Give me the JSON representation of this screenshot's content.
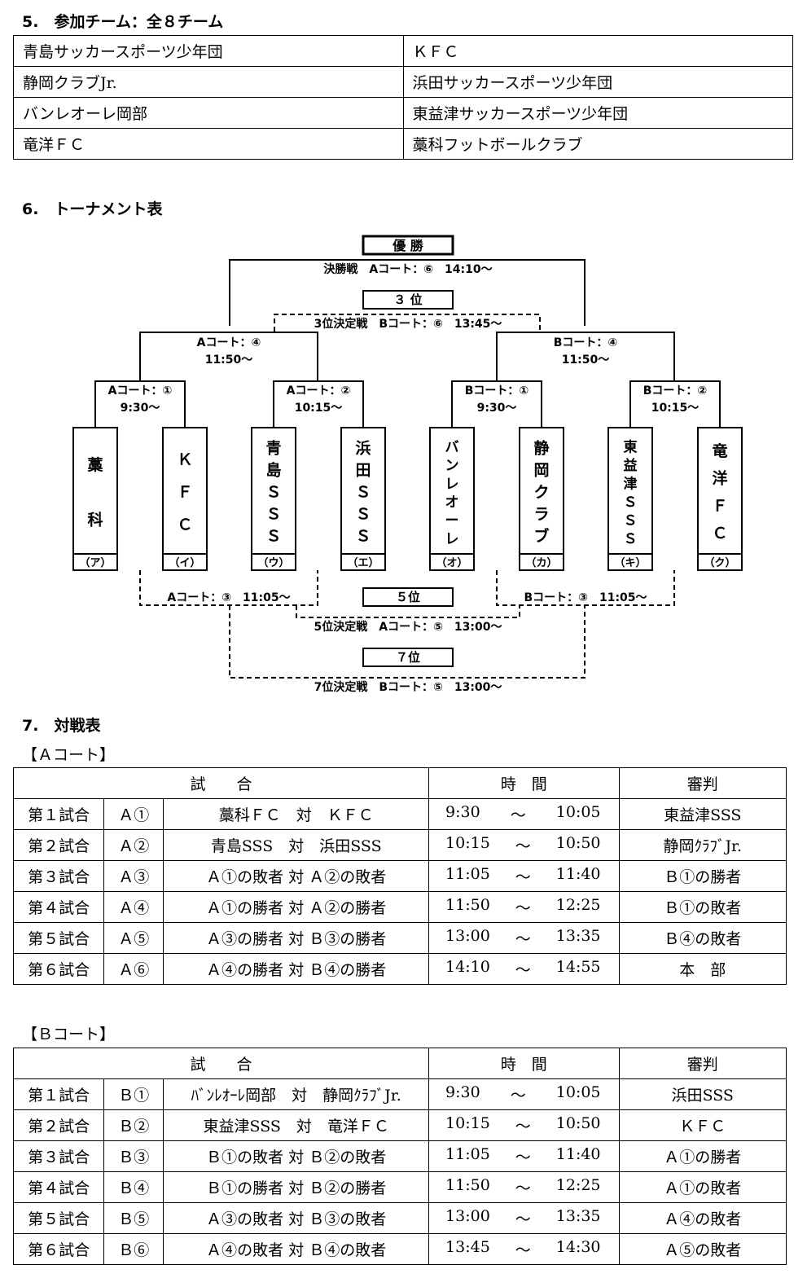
{
  "sections": {
    "teams_heading": "5.　参加チーム：全８チーム",
    "bracket_heading": "6.　トーナメント表",
    "schedule_heading": "7.　対戦表"
  },
  "teams": [
    [
      "青島サッカースポーツ少年団",
      "ＫＦＣ"
    ],
    [
      "静岡クラブJr.",
      "浜田サッカースポーツ少年団"
    ],
    [
      "バンレオーレ岡部",
      "東益津サッカースポーツ少年団"
    ],
    [
      "竜洋ＦＣ",
      "藁科フットボールクラブ"
    ]
  ],
  "bracket": {
    "winner": "優 勝",
    "final": "決勝戦　Aコート：⑥　14:10～",
    "third": "３ 位",
    "third_match": "3位決定戦　Bコート：⑥　13:45～",
    "semi_a_court": "Aコート：④",
    "semi_a_time": "11:50～",
    "semi_b_court": "Bコート：④",
    "semi_b_time": "11:50～",
    "r1_a1_court": "Aコート：①",
    "r1_a1_time": "9:30～",
    "r1_a2_court": "Aコート：②",
    "r1_a2_time": "10:15～",
    "r1_b1_court": "Bコート：①",
    "r1_b1_time": "9:30～",
    "r1_b2_court": "Bコート：②",
    "r1_b2_time": "10:15～",
    "teams": [
      {
        "name": "藁科",
        "label": "（ア）"
      },
      {
        "name": "ＫＦＣ",
        "label": "（イ）"
      },
      {
        "name": "青島ＳＳＳ",
        "label": "（ウ）"
      },
      {
        "name": "浜田ＳＳＳ",
        "label": "（エ）"
      },
      {
        "name": "バンレオーレ",
        "label": "（オ）"
      },
      {
        "name": "静岡クラブ",
        "label": "（カ）"
      },
      {
        "name": "東益津ＳＳＳ",
        "label": "（キ）"
      },
      {
        "name": "竜洋ＦＣ",
        "label": "（ク）"
      }
    ],
    "cons_a": "Aコート：③　11:05～",
    "cons_b": "Bコート：③　11:05～",
    "fifth": "５位",
    "fifth_match": "5位決定戦　Aコート：⑤　13:00～",
    "seventh": "７位",
    "seventh_match": "7位決定戦　Bコート：⑤　13:00～"
  },
  "schedule": {
    "header": {
      "match": "試　　合",
      "time": "時　間",
      "referee": "審判"
    },
    "a_label": "【Ａコート】",
    "b_label": "【Ｂコート】",
    "a_rows": [
      {
        "game": "第１試合",
        "id": "Ａ①",
        "match": "藁科ＦＣ　対　ＫＦＣ",
        "start": "9:30",
        "sep": "～",
        "end": "10:05",
        "ref": "東益津SSS"
      },
      {
        "game": "第２試合",
        "id": "Ａ②",
        "match": "青島SSS　対　浜田SSS",
        "start": "10:15",
        "sep": "～",
        "end": "10:50",
        "ref": "静岡ｸﾗﾌﾞJr."
      },
      {
        "game": "第３試合",
        "id": "Ａ③",
        "match": "Ａ①の敗者 対 Ａ②の敗者",
        "start": "11:05",
        "sep": "～",
        "end": "11:40",
        "ref": "Ｂ①の勝者"
      },
      {
        "game": "第４試合",
        "id": "Ａ④",
        "match": "Ａ①の勝者 対 Ａ②の勝者",
        "start": "11:50",
        "sep": "～",
        "end": "12:25",
        "ref": "Ｂ①の敗者"
      },
      {
        "game": "第５試合",
        "id": "Ａ⑤",
        "match": "Ａ③の勝者 対 Ｂ③の勝者",
        "start": "13:00",
        "sep": "～",
        "end": "13:35",
        "ref": "Ｂ④の敗者"
      },
      {
        "game": "第６試合",
        "id": "Ａ⑥",
        "match": "Ａ④の勝者 対 Ｂ④の勝者",
        "start": "14:10",
        "sep": "～",
        "end": "14:55",
        "ref": "本　部"
      }
    ],
    "b_rows": [
      {
        "game": "第１試合",
        "id": "Ｂ①",
        "match": "ﾊﾞﾝﾚｵｰﾚ岡部　対　静岡ｸﾗﾌﾞJr.",
        "start": "9:30",
        "sep": "～",
        "end": "10:05",
        "ref": "浜田SSS"
      },
      {
        "game": "第２試合",
        "id": "Ｂ②",
        "match": "東益津SSS　対　竜洋ＦＣ",
        "start": "10:15",
        "sep": "～",
        "end": "10:50",
        "ref": "ＫＦＣ"
      },
      {
        "game": "第３試合",
        "id": "Ｂ③",
        "match": "Ｂ①の敗者 対 Ｂ②の敗者",
        "start": "11:05",
        "sep": "～",
        "end": "11:40",
        "ref": "Ａ①の勝者"
      },
      {
        "game": "第４試合",
        "id": "Ｂ④",
        "match": "Ｂ①の勝者 対 Ｂ②の勝者",
        "start": "11:50",
        "sep": "～",
        "end": "12:25",
        "ref": "Ａ①の敗者"
      },
      {
        "game": "第５試合",
        "id": "Ｂ⑤",
        "match": "Ａ③の敗者 対 Ｂ③の敗者",
        "start": "13:00",
        "sep": "～",
        "end": "13:35",
        "ref": "Ａ④の敗者"
      },
      {
        "game": "第６試合",
        "id": "Ｂ⑥",
        "match": "Ａ④の敗者 対 Ｂ④の敗者",
        "start": "13:45",
        "sep": "～",
        "end": "14:30",
        "ref": "Ａ⑤の敗者"
      }
    ]
  }
}
